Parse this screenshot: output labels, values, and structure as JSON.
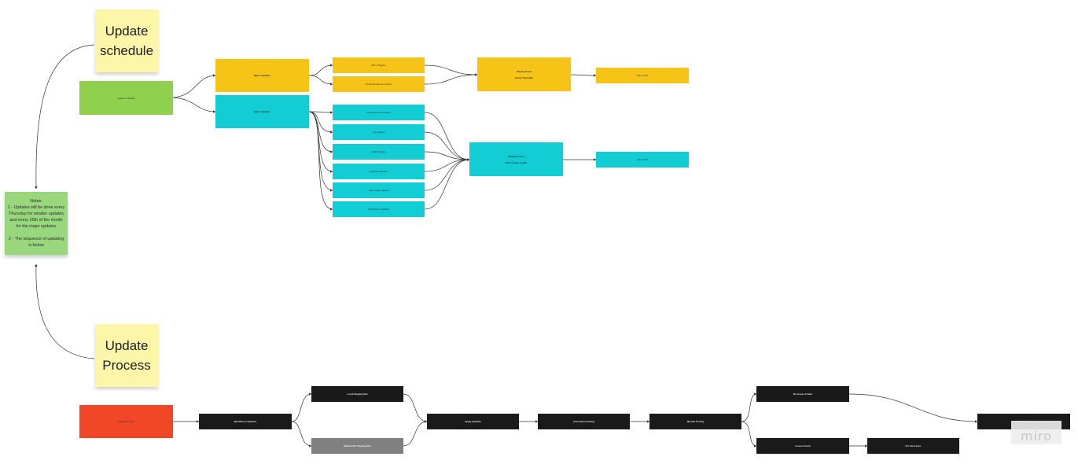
{
  "stickies": {
    "update_schedule": "Update\nschedule",
    "update_process": "Update\nProcess"
  },
  "notes": {
    "text": "Notes:\n1 - Updates will be done every Thursday for smaller updates and every 25th of the month for the major updates\n\n2 - The sequence of updating is below"
  },
  "schedule": {
    "update_schedule": "update Schedule",
    "minor_updates": "Minor Updates",
    "major_updates": "Major Updates",
    "minor_items": [
      "WP 1 Plugins",
      "Small Wordpress plugins"
    ],
    "major_items": [
      "Woocommerce plugins",
      "Css plugins",
      "SEO Plugins",
      "Layouts Updates",
      "Other major Plugins",
      "WordPress Updates"
    ],
    "weekly_event": [
      "Weekly Event",
      "Every Thursday"
    ],
    "monthly_event": [
      "Monthly Event",
      "25th of each month"
    ],
    "minor_result": "Add to ICP",
    "major_result": "Add to ICP"
  },
  "process": {
    "update_process": "update Process",
    "wordpress_updates": "WordPress Updates",
    "local_staging": "Local Staging Site",
    "member_staging": "Member/Ftr Staging Site",
    "apply_updates": "Apply Updates",
    "automated_testing": "Automated Testing",
    "manual_testing": "Manual Testing",
    "no_issues": "No Issues Found",
    "issues_found": "Issues Found",
    "fix_issues": "Fix the Issues",
    "publication": "Publication"
  },
  "watermark": "miro",
  "colors": {
    "yellow": "#f6c416",
    "cyan": "#12cdd4",
    "green": "#8fd14f",
    "red": "#f24726",
    "black": "#1a1a1a",
    "grey": "#808080",
    "sticky": "#fdf6a9",
    "note": "#98d77c"
  }
}
